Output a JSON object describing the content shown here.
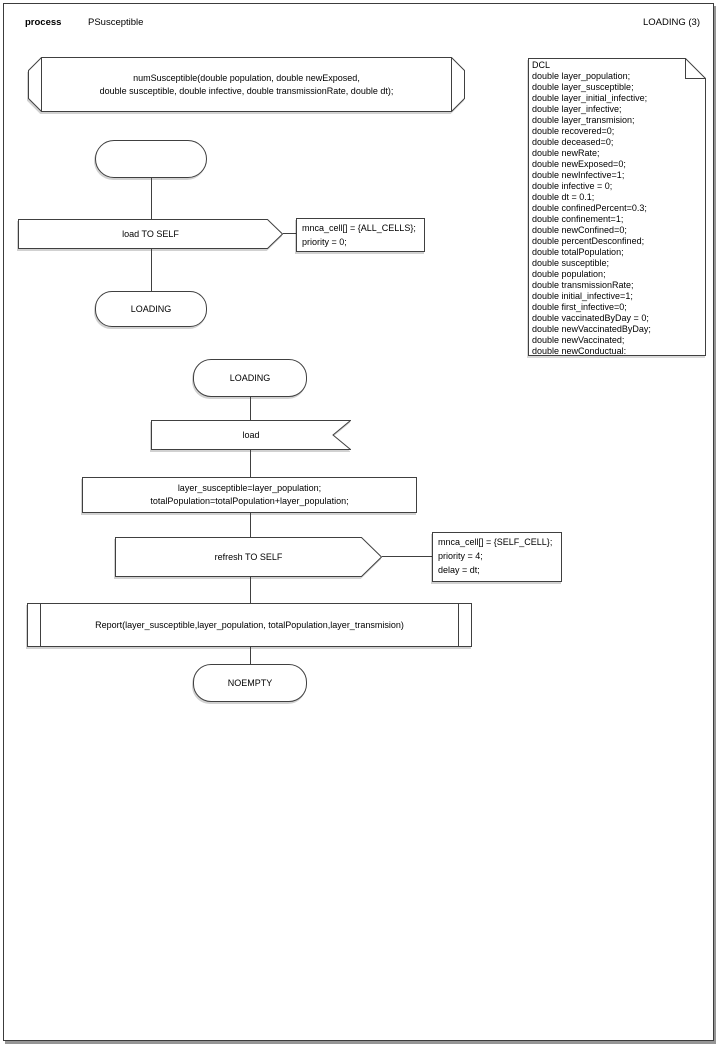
{
  "header": {
    "kind": "process",
    "name": "PSusceptible",
    "page_label": "LOADING (3)"
  },
  "procedure_header": {
    "lines": [
      "numSusceptible(double population, double newExposed,",
      "double susceptible, double infective, double transmissionRate, double dt);"
    ]
  },
  "dcl_note": {
    "lines": [
      "DCL",
      "double layer_population;",
      "double layer_susceptible;",
      "double layer_initial_infective;",
      "double layer_infective;",
      "double layer_transmision;",
      "double recovered=0;",
      "double deceased=0;",
      "double newRate;",
      "double newExposed=0;",
      "double newInfective=1;",
      "double infective = 0;",
      "double dt = 0.1;",
      "double confinedPercent=0.3;",
      "double confinement=1;",
      "double newConfined=0;",
      "double percentDesconfined;",
      "double totalPopulation;",
      "double susceptible;",
      "double population;",
      "double transmissionRate;",
      "double initial_infective=1;",
      "double first_infective=0;",
      "double vaccinatedByDay = 0;",
      "double newVaccinatedByDay;",
      "double newVaccinated;",
      "double newConductual;"
    ]
  },
  "flow_left": {
    "start_label": "",
    "output_signal": {
      "label": "load TO SELF",
      "params": [
        "mnca_cell[] = {ALL_CELLS};",
        "priority = 0;"
      ]
    },
    "next_state": "LOADING"
  },
  "flow_main": {
    "state": "LOADING",
    "input_signal": "load",
    "task": {
      "lines": [
        "layer_susceptible=layer_population;",
        "totalPopulation=totalPopulation+layer_population;"
      ]
    },
    "output_signal": {
      "label": "refresh TO SELF",
      "params": [
        "mnca_cell[] = {SELF_CELL};",
        "priority = 4;",
        "delay = dt;"
      ]
    },
    "procedure_call": "Report(layer_susceptible,layer_population, totalPopulation,layer_transmision)",
    "next_state": "NOEMPTY"
  },
  "colors": {
    "line": "#404040",
    "background": "#ffffff"
  }
}
